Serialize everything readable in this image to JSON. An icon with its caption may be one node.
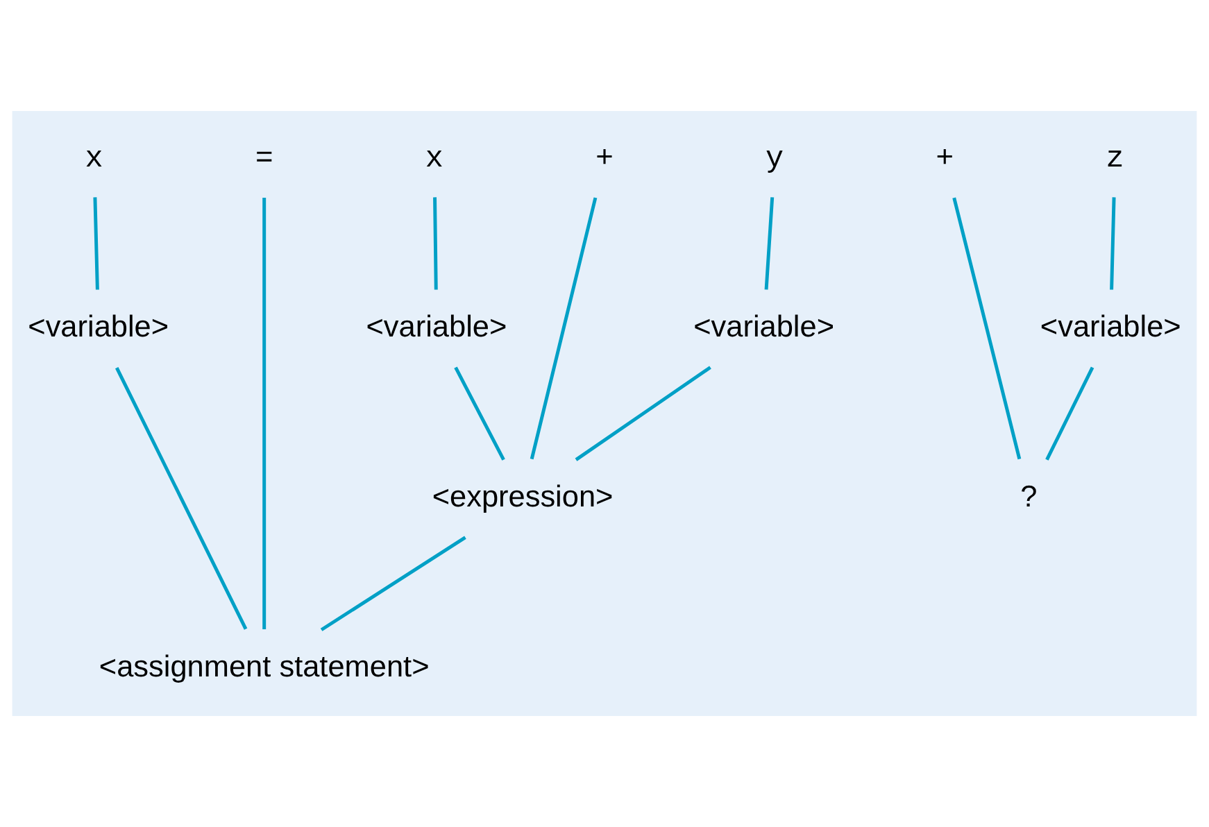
{
  "diagram": {
    "nodes": [
      {
        "text": [
          "x"
        ]
      },
      {
        "text": [
          "="
        ]
      },
      {
        "text": [
          "x"
        ]
      },
      {
        "text": [
          "+"
        ]
      },
      {
        "text": [
          "y"
        ]
      },
      {
        "text": [
          "+"
        ]
      },
      {
        "text": [
          "z"
        ]
      },
      {
        "text": [
          "<variable>"
        ]
      },
      {
        "text": [
          "<variable>"
        ]
      },
      {
        "text": [
          "<variable>"
        ]
      },
      {
        "text": [
          "<variable>"
        ]
      },
      {
        "text": [
          "<expression>"
        ]
      },
      {
        "text": [
          "<assignment statement>"
        ]
      },
      {
        "text": [
          "?"
        ]
      }
    ],
    "edges": [
      {
        "from": 0,
        "to": 7,
        "arrow": "none"
      },
      {
        "from": 2,
        "to": 8,
        "arrow": "none"
      },
      {
        "from": 4,
        "to": 9,
        "arrow": "none"
      },
      {
        "from": 6,
        "to": 10,
        "arrow": "none"
      },
      {
        "from": 8,
        "to": 11,
        "arrow": "none"
      },
      {
        "from": 3,
        "to": 11,
        "arrow": "none"
      },
      {
        "from": 9,
        "to": 11,
        "arrow": "none"
      },
      {
        "from": 7,
        "to": 12,
        "arrow": "none"
      },
      {
        "from": 1,
        "to": 12,
        "arrow": "none"
      },
      {
        "from": 11,
        "to": 12,
        "arrow": "none"
      },
      {
        "from": 5,
        "to": 13,
        "arrow": "none"
      },
      {
        "from": 10,
        "to": 13,
        "arrow": "none"
      }
    ]
  }
}
